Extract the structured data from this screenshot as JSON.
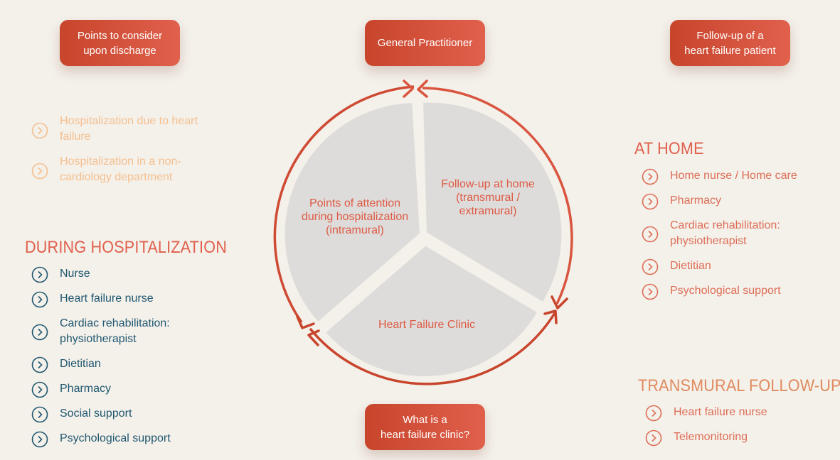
{
  "buttons": {
    "discharge": "Points to consider\nupon discharge",
    "gp": "General Practitioner",
    "followup_patient": "Follow-up of a\nheart failure patient",
    "clinic_question": "What is a\nheart failure clinic?"
  },
  "discharge_list": [
    "Hospitalization due to heart\nfailure",
    "Hospitalization in a non-\ncardiology department"
  ],
  "during": {
    "heading": "DURING HOSPITALIZATION",
    "items": [
      "Nurse",
      "Heart failure nurse",
      "Cardiac rehabilitation:\nphysiotherapist",
      "Dietitian",
      "Pharmacy",
      "Social support",
      "Psychological support"
    ]
  },
  "at_home": {
    "heading": "AT HOME",
    "items": [
      "Home nurse / Home care",
      "Pharmacy",
      "Cardiac rehabilitation:\nphysiotherapist",
      "Dietitian",
      "Psychological support"
    ]
  },
  "transmural": {
    "heading": "TRANSMURAL FOLLOW-UP",
    "items": [
      "Heart failure nurse",
      "Telemonitoring"
    ]
  },
  "diagram": {
    "seg_intramural": "Points of attention\nduring hospitalization\n(intramural)",
    "seg_home": "Follow-up at home\n(transmural /\nextramural)",
    "seg_clinic": "Heart Failure Clinic"
  },
  "colors": {
    "accent": "#e0604c",
    "accent_dark": "#c8452c",
    "teal": "#1f5870",
    "salmon": "#dd6e57",
    "orange_heading": "#e08a5e",
    "peach": "#f5bf8e",
    "segment_fill": "#dedcda",
    "background": "#f4f0ea"
  },
  "icons": {
    "list_bullet": "chevron-right-circle-icon",
    "cycle_arrow": "arrowhead-icon"
  }
}
